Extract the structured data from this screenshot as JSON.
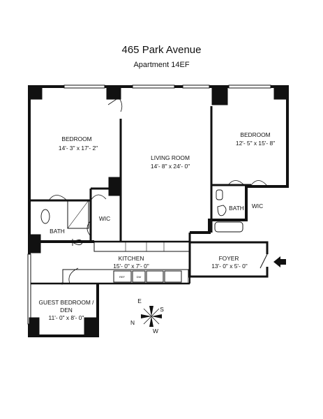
{
  "title": "465 Park Avenue",
  "subtitle": "Apartment 14EF",
  "rooms": {
    "bedroom1": {
      "name": "BEDROOM",
      "dim": "14'- 3\" x 17'- 2\""
    },
    "living": {
      "name": "LIVING ROOM",
      "dim": "14'- 8\" x 24'- 0\""
    },
    "bedroom2": {
      "name": "BEDROOM",
      "dim": "12'- 5\" x 15'- 8\""
    },
    "bath1": {
      "name": "BATH"
    },
    "wic1": {
      "name": "WIC"
    },
    "bath2": {
      "name": "BATH"
    },
    "wic2": {
      "name": "WIC"
    },
    "kitchen": {
      "name": "KITCHEN",
      "dim": "15'- 0\" x 7'- 0\""
    },
    "foyer": {
      "name": "FOYER",
      "dim": "13'- 0\" x 5'- 0\""
    },
    "guest": {
      "name": "GUEST BEDROOM /",
      "name2": "DEN",
      "dim": "11'- 0\" x 8'- 0\""
    }
  },
  "appliances": {
    "ref": "REF",
    "dw": "DW"
  },
  "compass": {
    "n": "N",
    "e": "E",
    "s": "S",
    "w": "W"
  }
}
